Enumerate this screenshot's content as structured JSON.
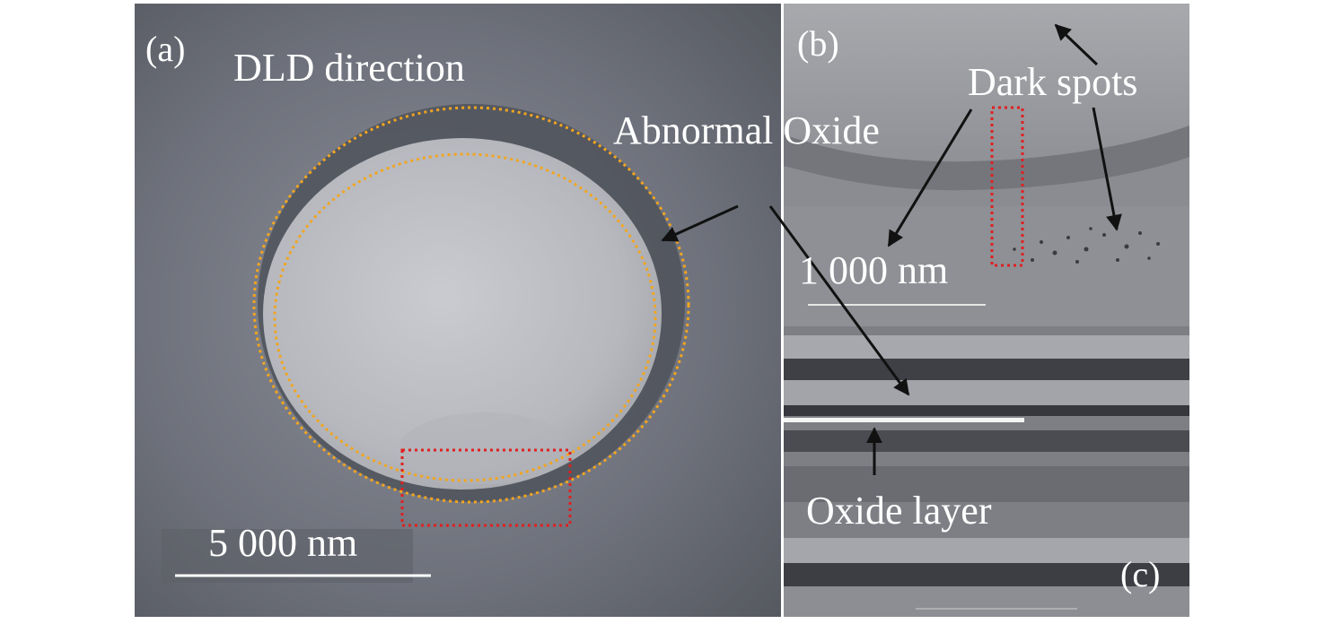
{
  "panels": {
    "a": {
      "label": "(a)",
      "title": "DLD direction",
      "scale_bar": "5 000 nm"
    },
    "b": {
      "label": "(b)",
      "scale_bar": "1 000 nm",
      "annotation": "Dark spots"
    },
    "c": {
      "label": "(c)",
      "annotation": "Oxide layer"
    }
  },
  "shared_annotation": "Abnormal Oxide",
  "colors": {
    "background": "#ffffff",
    "text": "#ffffff",
    "arrow": "#111111",
    "ellipse_outline": "#f2a51f",
    "highlight_box": "#e02020",
    "scale_bar": "#ffffff"
  }
}
